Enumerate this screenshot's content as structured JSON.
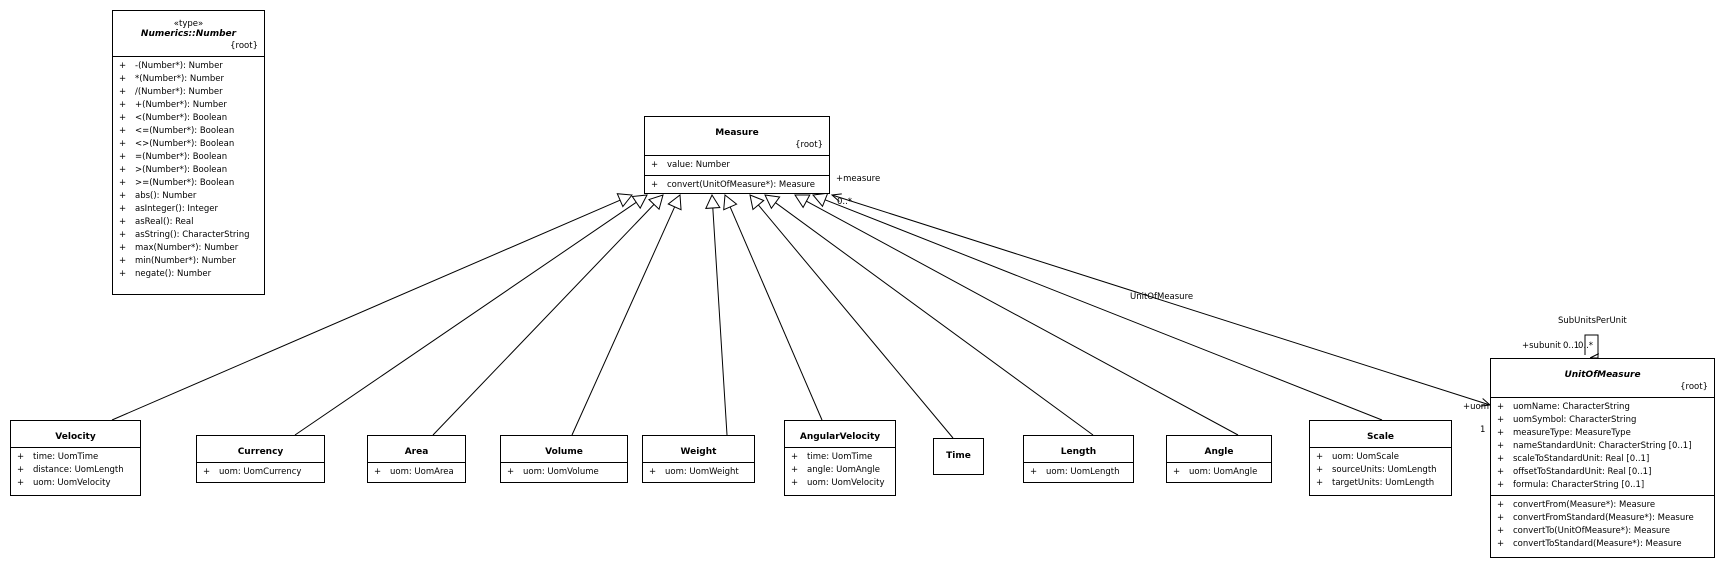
{
  "numberType": {
    "stereotype": "«type»",
    "name": "Numerics::Number",
    "constraint": "{root}",
    "operations": [
      {
        "vis": "+",
        "text": "-(Number*): Number"
      },
      {
        "vis": "+",
        "text": "*(Number*): Number"
      },
      {
        "vis": "+",
        "text": "/(Number*): Number"
      },
      {
        "vis": "+",
        "text": "+(Number*): Number"
      },
      {
        "vis": "+",
        "text": "<(Number*): Boolean"
      },
      {
        "vis": "+",
        "text": "<=(Number*): Boolean"
      },
      {
        "vis": "+",
        "text": "<>(Number*): Boolean"
      },
      {
        "vis": "+",
        "text": "=(Number*): Boolean"
      },
      {
        "vis": "+",
        "text": ">(Number*): Boolean"
      },
      {
        "vis": "+",
        "text": ">=(Number*): Boolean"
      },
      {
        "vis": "+",
        "text": "abs(): Number"
      },
      {
        "vis": "+",
        "text": "asInteger(): Integer"
      },
      {
        "vis": "+",
        "text": "asReal(): Real"
      },
      {
        "vis": "+",
        "text": "asString(): CharacterString"
      },
      {
        "vis": "+",
        "text": "max(Number*): Number"
      },
      {
        "vis": "+",
        "text": "min(Number*): Number"
      },
      {
        "vis": "+",
        "text": "negate(): Number"
      }
    ]
  },
  "measure": {
    "name": "Measure",
    "constraint": "{root}",
    "attributes": [
      {
        "vis": "+",
        "text": "value: Number"
      }
    ],
    "operations": [
      {
        "vis": "+",
        "text": "convert(UnitOfMeasure*): Measure"
      }
    ]
  },
  "unitOfMeasure": {
    "name": "UnitOfMeasure",
    "constraint": "{root}",
    "attributes": [
      {
        "vis": "+",
        "text": "uomName: CharacterString"
      },
      {
        "vis": "+",
        "text": "uomSymbol: CharacterString"
      },
      {
        "vis": "+",
        "text": "measureType: MeasureType"
      },
      {
        "vis": "+",
        "text": "nameStandardUnit: CharacterString [0..1]"
      },
      {
        "vis": "+",
        "text": "scaleToStandardUnit: Real [0..1]"
      },
      {
        "vis": "+",
        "text": "offsetToStandardUnit: Real [0..1]"
      },
      {
        "vis": "+",
        "text": "formula: CharacterString [0..1]"
      }
    ],
    "operations": [
      {
        "vis": "+",
        "text": "convertFrom(Measure*): Measure"
      },
      {
        "vis": "+",
        "text": "convertFromStandard(Measure*): Measure"
      },
      {
        "vis": "+",
        "text": "convertTo(UnitOfMeasure*): Measure"
      },
      {
        "vis": "+",
        "text": "convertToStandard(Measure*): Measure"
      }
    ]
  },
  "subclasses": [
    {
      "name": "Velocity",
      "attributes": [
        {
          "vis": "+",
          "text": "time: UomTime"
        },
        {
          "vis": "+",
          "text": "distance: UomLength"
        },
        {
          "vis": "+",
          "text": "uom: UomVelocity"
        }
      ]
    },
    {
      "name": "Currency",
      "attributes": [
        {
          "vis": "+",
          "text": "uom: UomCurrency"
        }
      ]
    },
    {
      "name": "Area",
      "attributes": [
        {
          "vis": "+",
          "text": "uom: UomArea"
        }
      ]
    },
    {
      "name": "Volume",
      "attributes": [
        {
          "vis": "+",
          "text": "uom: UomVolume"
        }
      ]
    },
    {
      "name": "Weight",
      "attributes": [
        {
          "vis": "+",
          "text": "uom: UomWeight"
        }
      ]
    },
    {
      "name": "AngularVelocity",
      "attributes": [
        {
          "vis": "+",
          "text": "time: UomTime"
        },
        {
          "vis": "+",
          "text": "angle: UomAngle"
        },
        {
          "vis": "+",
          "text": "uom: UomVelocity"
        }
      ]
    },
    {
      "name": "Time",
      "attributes": []
    },
    {
      "name": "Length",
      "attributes": [
        {
          "vis": "+",
          "text": "uom: UomLength"
        }
      ]
    },
    {
      "name": "Angle",
      "attributes": [
        {
          "vis": "+",
          "text": "uom: UomAngle"
        }
      ]
    },
    {
      "name": "Scale",
      "attributes": [
        {
          "vis": "+",
          "text": "uom: UomScale"
        },
        {
          "vis": "+",
          "text": "sourceUnits: UomLength"
        },
        {
          "vis": "+",
          "text": "targetUnits: UomLength"
        }
      ]
    }
  ],
  "associations": {
    "unitOfMeasure": {
      "name": "UnitOfMeasure",
      "measureRole": "+measure",
      "measureMult": "0..*",
      "uomRole": "+uom",
      "uomMult": "1"
    },
    "subUnitsPerUnit": {
      "name": "SubUnitsPerUnit",
      "role": "+subunit",
      "mult1": "0..1",
      "mult2": "0..*"
    }
  }
}
